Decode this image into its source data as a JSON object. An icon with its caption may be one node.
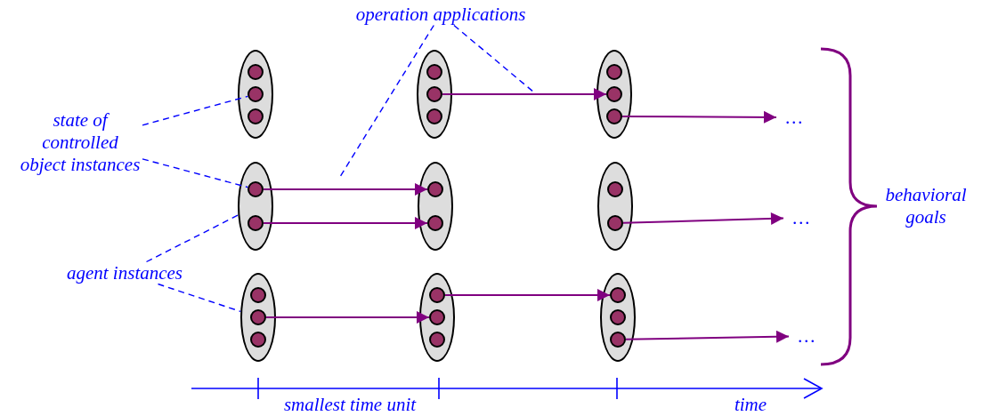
{
  "diagram": {
    "nodes": [
      {
        "text": [
          "operation applications"
        ]
      },
      {
        "text": [],
        "shape": "ellipse"
      },
      {
        "text": [],
        "shape": "circle",
        "in": 1
      },
      {
        "text": [],
        "shape": "circle",
        "in": 1
      },
      {
        "text": [],
        "shape": "circle",
        "in": 1
      },
      {
        "text": [],
        "shape": "ellipse"
      },
      {
        "text": [],
        "shape": "circle",
        "in": 5
      },
      {
        "text": [],
        "shape": "circle",
        "in": 5
      },
      {
        "text": [],
        "shape": "circle",
        "in": 5
      },
      {
        "text": [],
        "shape": "ellipse"
      },
      {
        "text": [],
        "shape": "circle",
        "in": 9
      },
      {
        "text": [],
        "shape": "circle",
        "in": 9
      },
      {
        "text": [],
        "shape": "circle",
        "in": 9
      },
      {
        "text": [
          "…"
        ]
      },
      {
        "text": [
          "state of controlled object instances"
        ]
      },
      {
        "text": [],
        "shape": "ellipse"
      },
      {
        "text": [],
        "shape": "circle",
        "in": 15
      },
      {
        "text": [],
        "shape": "circle",
        "in": 15
      },
      {
        "text": [],
        "shape": "ellipse"
      },
      {
        "text": [],
        "shape": "circle",
        "in": 18
      },
      {
        "text": [],
        "shape": "circle",
        "in": 18
      },
      {
        "text": [],
        "shape": "ellipse"
      },
      {
        "text": [],
        "shape": "circle",
        "in": 21
      },
      {
        "text": [],
        "shape": "circle",
        "in": 21
      },
      {
        "text": [
          "…"
        ]
      },
      {
        "text": [
          "agent instances"
        ]
      },
      {
        "text": [],
        "shape": "ellipse"
      },
      {
        "text": [],
        "shape": "circle",
        "in": 26
      },
      {
        "text": [],
        "shape": "circle",
        "in": 26
      },
      {
        "text": [],
        "shape": "circle",
        "in": 26
      },
      {
        "text": [],
        "shape": "ellipse"
      },
      {
        "text": [],
        "shape": "circle",
        "in": 30
      },
      {
        "text": [],
        "shape": "circle",
        "in": 30
      },
      {
        "text": [],
        "shape": "circle",
        "in": 30
      },
      {
        "text": [],
        "shape": "ellipse"
      },
      {
        "text": [],
        "shape": "circle",
        "in": 34
      },
      {
        "text": [],
        "shape": "circle",
        "in": 34
      },
      {
        "text": [],
        "shape": "circle",
        "in": 34
      },
      {
        "text": [
          "…"
        ]
      }
    ],
    "edges": [
      {
        "from": 7,
        "to": 11,
        "arrow": "to"
      },
      {
        "from": 12,
        "to": 13,
        "arrow": "to"
      },
      {
        "from": 16,
        "to": 19,
        "arrow": "to"
      },
      {
        "from": 17,
        "to": 20,
        "arrow": "to"
      },
      {
        "from": 23,
        "to": 24,
        "arrow": "to"
      },
      {
        "from": 28,
        "to": 32,
        "arrow": "to"
      },
      {
        "from": 31,
        "to": 35,
        "arrow": "to"
      },
      {
        "from": 37,
        "to": 38,
        "arrow": "to"
      },
      {
        "from": 14,
        "to": 3,
        "arrow": "none",
        "style": "dashed",
        "color": "#0000ff"
      },
      {
        "from": 14,
        "to": 16,
        "arrow": "none",
        "style": "dashed",
        "color": "#0000ff"
      },
      {
        "from": 0,
        "to": null,
        "arrow": "none",
        "style": "dashed",
        "color": "#0000ff"
      },
      {
        "from": 0,
        "to": null,
        "arrow": "none",
        "style": "dashed",
        "color": "#0000ff"
      },
      {
        "from": 25,
        "to": 15,
        "arrow": "none",
        "style": "dashed",
        "color": "#0000ff"
      },
      {
        "from": 25,
        "to": 26,
        "arrow": "none",
        "style": "dashed",
        "color": "#0000ff"
      }
    ],
    "labels": [
      "behavioral goals",
      "smallest time unit",
      "time"
    ]
  }
}
